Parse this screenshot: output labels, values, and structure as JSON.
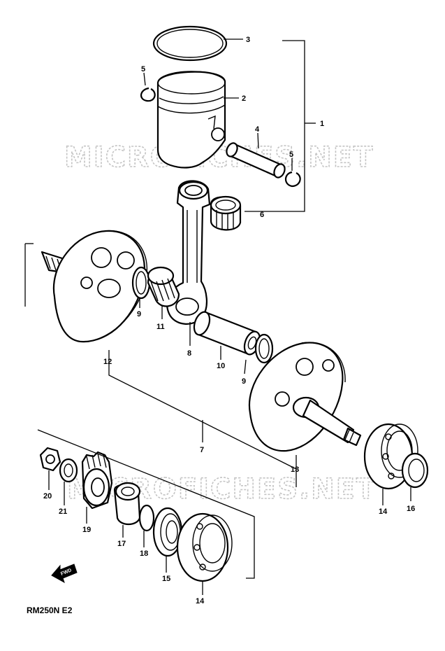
{
  "watermark": "MICROFICHES.NET",
  "model_code": "RM250N E2",
  "fwd_label": "FWD",
  "callouts": {
    "c1": "1",
    "c2": "2",
    "c3": "3",
    "c4": "4",
    "c5a": "5",
    "c5b": "5",
    "c6": "6",
    "c7": "7",
    "c8": "8",
    "c9a": "9",
    "c9b": "9",
    "c10": "10",
    "c11": "11",
    "c12": "12",
    "c13": "13",
    "c14a": "14",
    "c14b": "14",
    "c15": "15",
    "c16": "16",
    "c17": "17",
    "c18": "18",
    "c19": "19",
    "c20": "20",
    "c21": "21"
  }
}
